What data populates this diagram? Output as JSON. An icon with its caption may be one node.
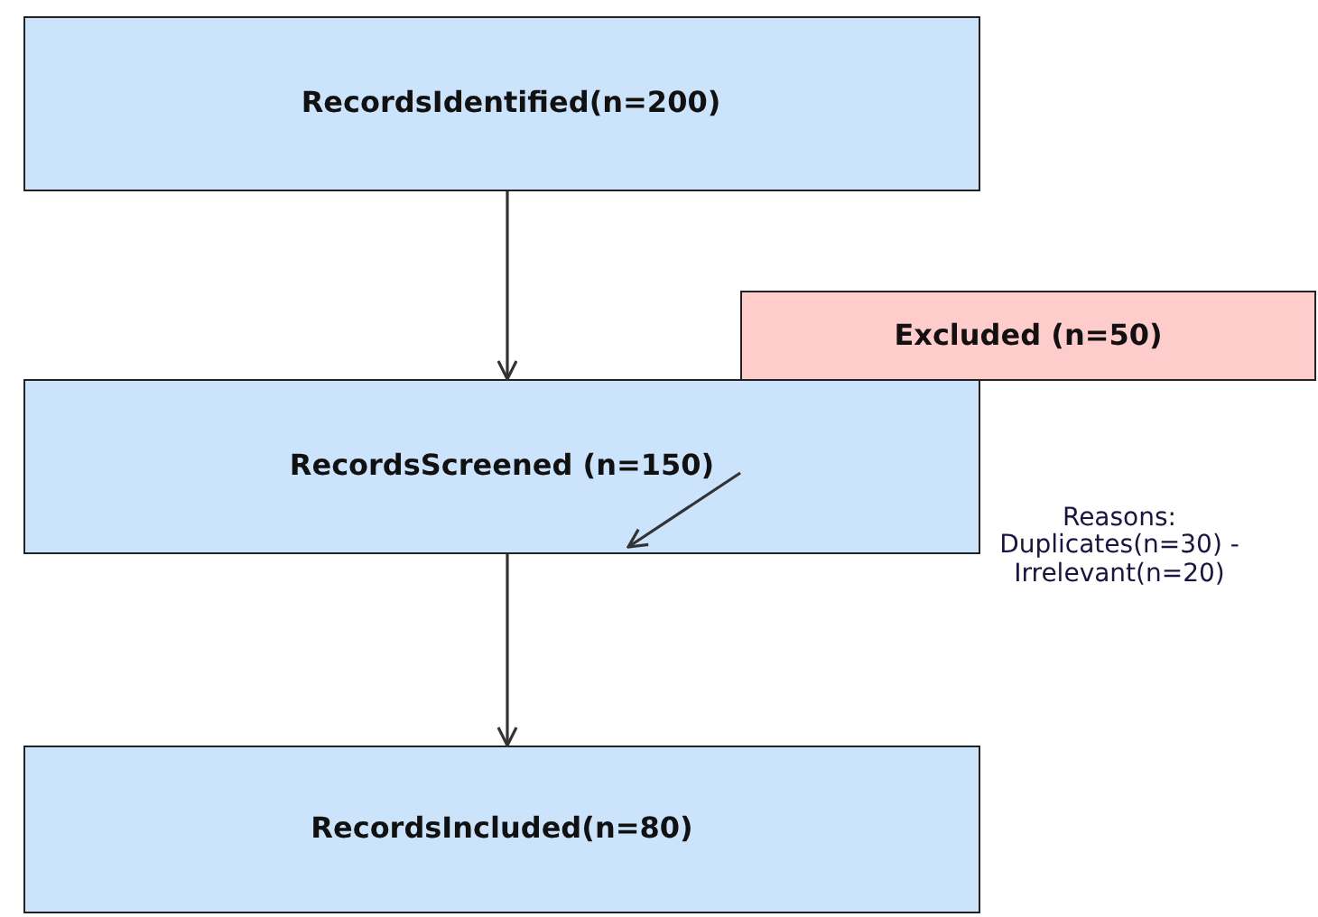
{
  "diagram": {
    "nodes": [
      {
        "text": [
          "RecordsIdentified(n=200)"
        ]
      },
      {
        "text": [
          "RecordsScreened (n=150)"
        ]
      },
      {
        "text": [
          "Excluded (n=50)"
        ]
      },
      {
        "text": [
          "RecordsIncluded(n=80)"
        ]
      }
    ],
    "edges": [
      {
        "from": 0,
        "to": 1,
        "arrow": "to"
      },
      {
        "from": null,
        "to": 1,
        "arrow": "to"
      },
      {
        "from": 1,
        "to": 3,
        "arrow": "to"
      }
    ],
    "labels": [
      "Reasons: Duplicates(n=30) - Irrelevant(n=20)"
    ]
  }
}
